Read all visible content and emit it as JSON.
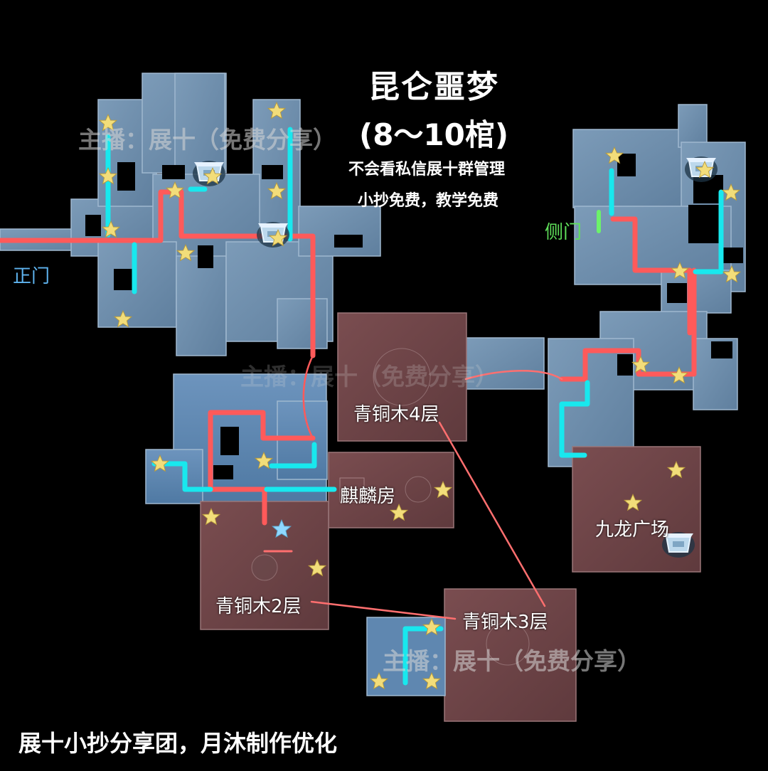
{
  "title": "昆仑噩梦",
  "subtitle": "(8～10棺)",
  "notes": [
    "不会看私信展十群管理",
    "小抄免费，教学免费"
  ],
  "credit": "展十小抄分享团，月沐制作优化",
  "watermarks": [
    "主播：展十（免费分享）",
    "主播：展十（免费分享）",
    "主播：展十（免费分享）"
  ],
  "entrances": {
    "main": "正门",
    "side": "侧门"
  },
  "rooms": {
    "bronze_f4": "青铜木4层",
    "qilin_room": "麒麟房",
    "jiulong_square": "九龙广场",
    "bronze_f2": "青铜木2层",
    "bronze_f3": "青铜木3层"
  },
  "colors": {
    "background": "#000000",
    "blue_room": "#6f8fac",
    "pink_room": "#6e4447",
    "route_red": "#ff5a5a",
    "route_cyan": "#18e8ee",
    "star": "#f2dd7a",
    "special_star": "#8fd8ff",
    "main_gate": "#5fb4f0",
    "side_gate": "#5fe05a"
  },
  "icons": {
    "coffin": "coffin-icon",
    "star": "star-icon",
    "special_star": "blue-star-icon"
  }
}
